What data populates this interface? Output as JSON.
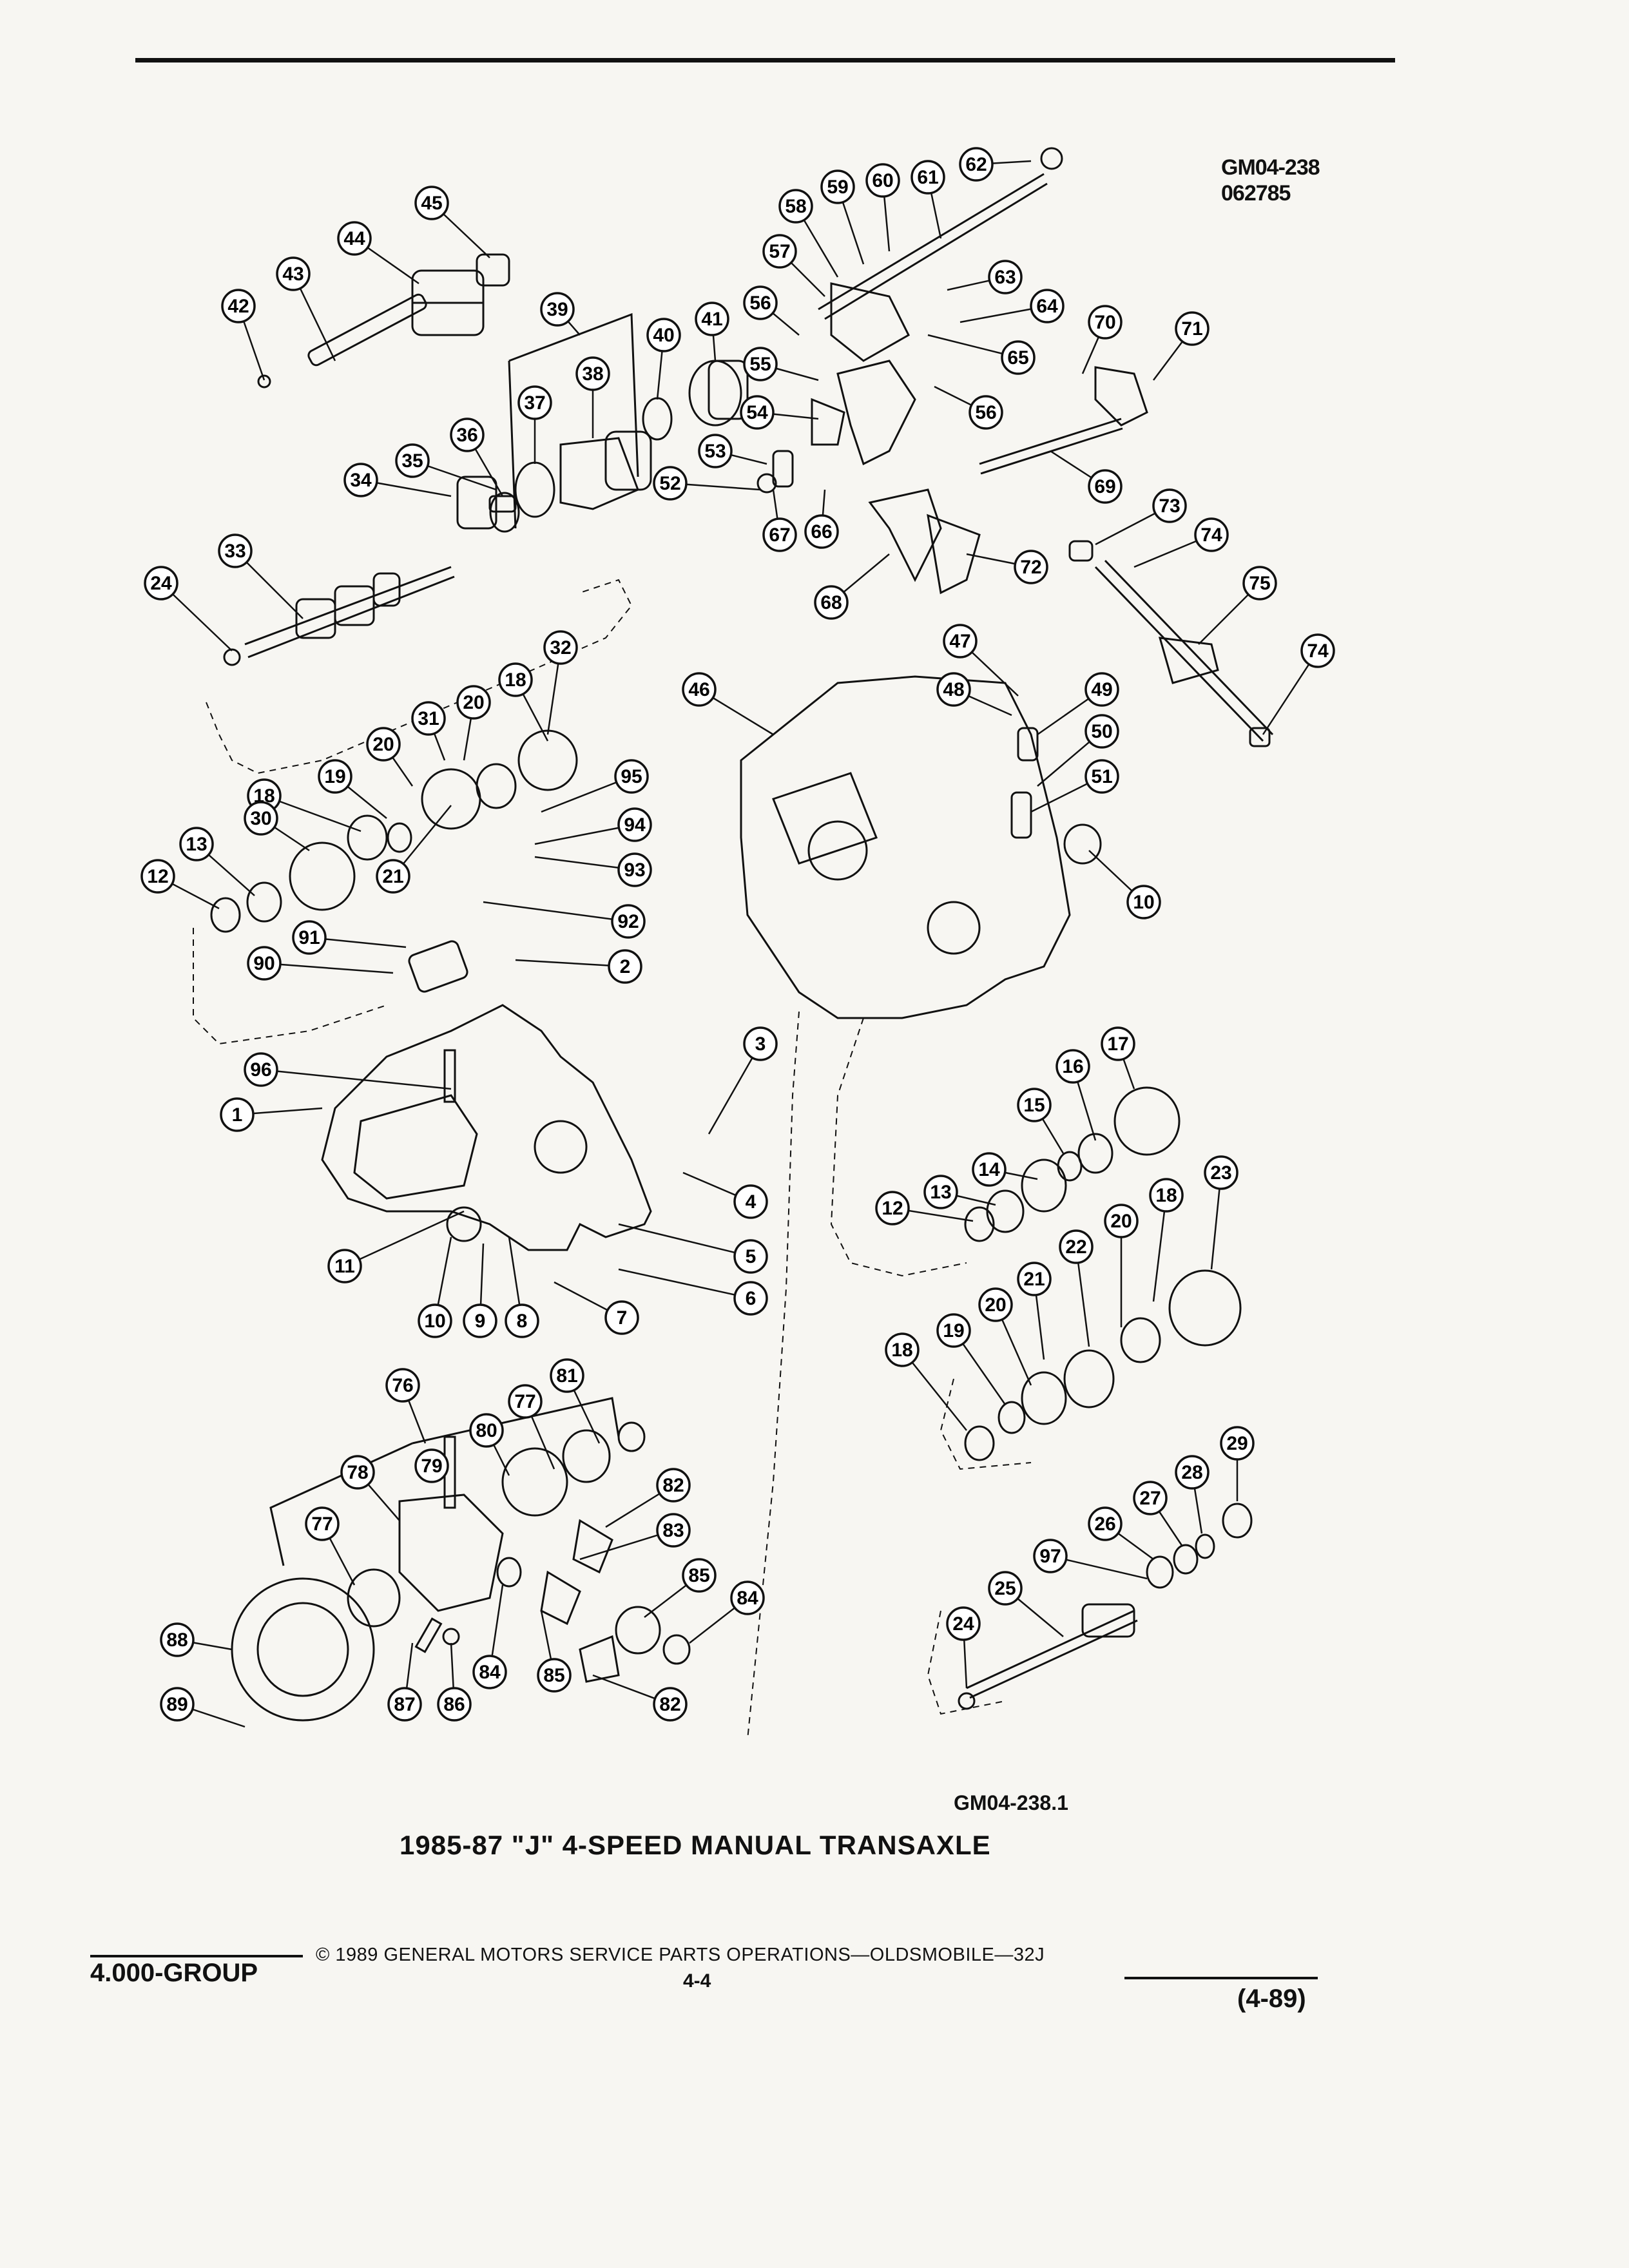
{
  "figure": {
    "id_line1": "GM04-238",
    "id_line2": "062785",
    "code": "GM04-238.1",
    "title": "1985-87 \"J\" 4-SPEED MANUAL TRANSAXLE"
  },
  "footer": {
    "group": "4.000-GROUP",
    "copyright": "© 1989 GENERAL MOTORS SERVICE PARTS OPERATIONS—OLDSMOBILE—32J",
    "page": "4-4",
    "date": "(4-89)"
  },
  "callouts": [
    {
      "label": "1"
    },
    {
      "label": "2"
    },
    {
      "label": "3"
    },
    {
      "label": "4"
    },
    {
      "label": "5"
    },
    {
      "label": "6"
    },
    {
      "label": "7"
    },
    {
      "label": "8"
    },
    {
      "label": "9"
    },
    {
      "label": "10"
    },
    {
      "label": "10"
    },
    {
      "label": "11"
    },
    {
      "label": "12"
    },
    {
      "label": "12"
    },
    {
      "label": "13"
    },
    {
      "label": "13"
    },
    {
      "label": "14"
    },
    {
      "label": "15"
    },
    {
      "label": "16"
    },
    {
      "label": "17"
    },
    {
      "label": "18"
    },
    {
      "label": "18"
    },
    {
      "label": "18"
    },
    {
      "label": "18"
    },
    {
      "label": "19"
    },
    {
      "label": "19"
    },
    {
      "label": "20"
    },
    {
      "label": "20"
    },
    {
      "label": "20"
    },
    {
      "label": "20"
    },
    {
      "label": "21"
    },
    {
      "label": "21"
    },
    {
      "label": "22"
    },
    {
      "label": "23"
    },
    {
      "label": "24"
    },
    {
      "label": "24"
    },
    {
      "label": "25"
    },
    {
      "label": "26"
    },
    {
      "label": "27"
    },
    {
      "label": "28"
    },
    {
      "label": "29"
    },
    {
      "label": "30"
    },
    {
      "label": "31"
    },
    {
      "label": "32"
    },
    {
      "label": "33"
    },
    {
      "label": "34"
    },
    {
      "label": "35"
    },
    {
      "label": "36"
    },
    {
      "label": "37"
    },
    {
      "label": "38"
    },
    {
      "label": "39"
    },
    {
      "label": "40"
    },
    {
      "label": "41"
    },
    {
      "label": "42"
    },
    {
      "label": "43"
    },
    {
      "label": "44"
    },
    {
      "label": "45"
    },
    {
      "label": "46"
    },
    {
      "label": "47"
    },
    {
      "label": "48"
    },
    {
      "label": "49"
    },
    {
      "label": "50"
    },
    {
      "label": "51"
    },
    {
      "label": "52"
    },
    {
      "label": "53"
    },
    {
      "label": "54"
    },
    {
      "label": "55"
    },
    {
      "label": "56"
    },
    {
      "label": "56"
    },
    {
      "label": "57"
    },
    {
      "label": "58"
    },
    {
      "label": "59"
    },
    {
      "label": "60"
    },
    {
      "label": "61"
    },
    {
      "label": "62"
    },
    {
      "label": "63"
    },
    {
      "label": "64"
    },
    {
      "label": "65"
    },
    {
      "label": "66"
    },
    {
      "label": "67"
    },
    {
      "label": "68"
    },
    {
      "label": "69"
    },
    {
      "label": "70"
    },
    {
      "label": "71"
    },
    {
      "label": "72"
    },
    {
      "label": "73"
    },
    {
      "label": "74"
    },
    {
      "label": "74"
    },
    {
      "label": "75"
    },
    {
      "label": "76"
    },
    {
      "label": "77"
    },
    {
      "label": "77"
    },
    {
      "label": "78"
    },
    {
      "label": "79"
    },
    {
      "label": "80"
    },
    {
      "label": "81"
    },
    {
      "label": "82"
    },
    {
      "label": "82"
    },
    {
      "label": "83"
    },
    {
      "label": "84"
    },
    {
      "label": "84"
    },
    {
      "label": "85"
    },
    {
      "label": "85"
    },
    {
      "label": "86"
    },
    {
      "label": "87"
    },
    {
      "label": "88"
    },
    {
      "label": "89"
    },
    {
      "label": "90"
    },
    {
      "label": "91"
    },
    {
      "label": "92"
    },
    {
      "label": "93"
    },
    {
      "label": "94"
    },
    {
      "label": "95"
    },
    {
      "label": "96"
    },
    {
      "label": "97"
    }
  ]
}
